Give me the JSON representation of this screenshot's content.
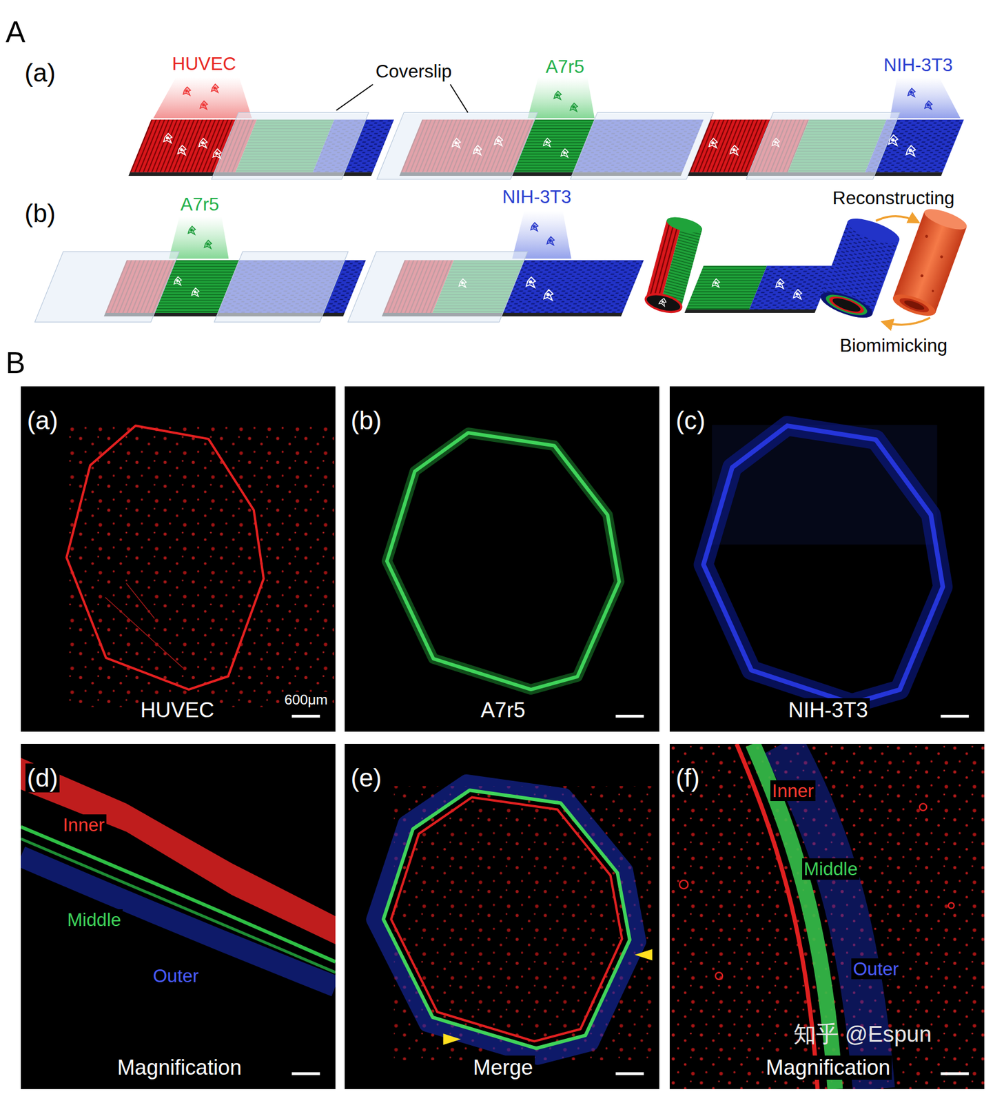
{
  "diagram": {
    "nodes": [
      {
        "text": [
          "(a)",
          "HUVEC",
          "600μm"
        ]
      },
      {
        "text": [
          "(b)",
          "A7r5"
        ]
      },
      {
        "text": [
          "(c)",
          "NIH-3T3"
        ]
      },
      {
        "text": [
          "(d)",
          "Inner",
          "Middle",
          "Outer",
          "Magnification"
        ]
      },
      {
        "text": [
          "(e)",
          "Merge"
        ]
      },
      {
        "text": [
          "(f)",
          "Inner",
          "Middle",
          "Outer",
          "Magnification"
        ]
      }
    ],
    "labels": [
      "A",
      "(a)",
      "HUVEC",
      "Coverslip",
      "A7r5",
      "NIH-3T3",
      "(b)",
      "A7r5",
      "NIH-3T3",
      "Reconstructing",
      "Biomimicking",
      "B",
      "知乎 @Espun"
    ]
  }
}
